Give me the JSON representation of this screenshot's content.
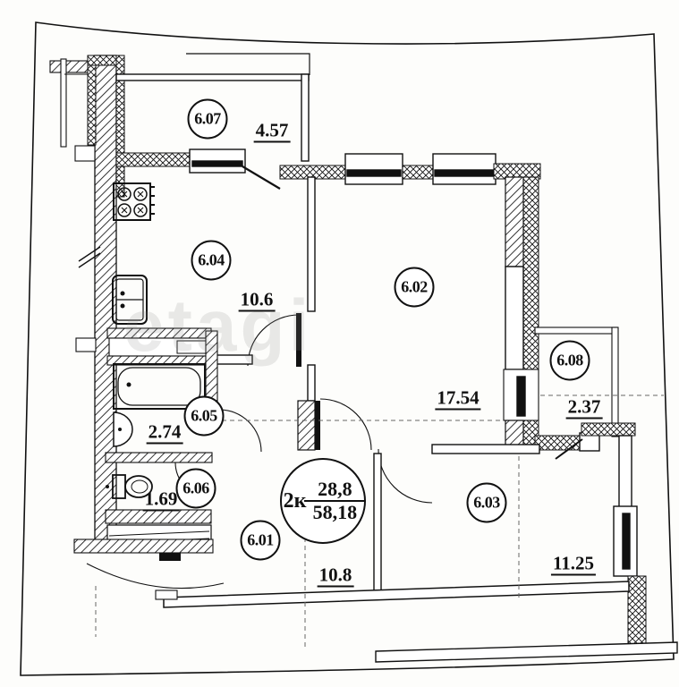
{
  "plan": {
    "watermark": "etagi",
    "apartment_badge": {
      "type": "2к",
      "living_area": "28,8",
      "total_area": "58,18"
    },
    "rooms": [
      {
        "id": "6.01",
        "area": "10.8"
      },
      {
        "id": "6.02",
        "area": "17.54"
      },
      {
        "id": "6.03",
        "area": "11.25"
      },
      {
        "id": "6.04",
        "area": "10.6"
      },
      {
        "id": "6.05",
        "area": "2.74"
      },
      {
        "id": "6.06",
        "area": "1.69"
      },
      {
        "id": "6.07",
        "area": "4.57"
      },
      {
        "id": "6.08",
        "area": "2.37"
      }
    ]
  }
}
